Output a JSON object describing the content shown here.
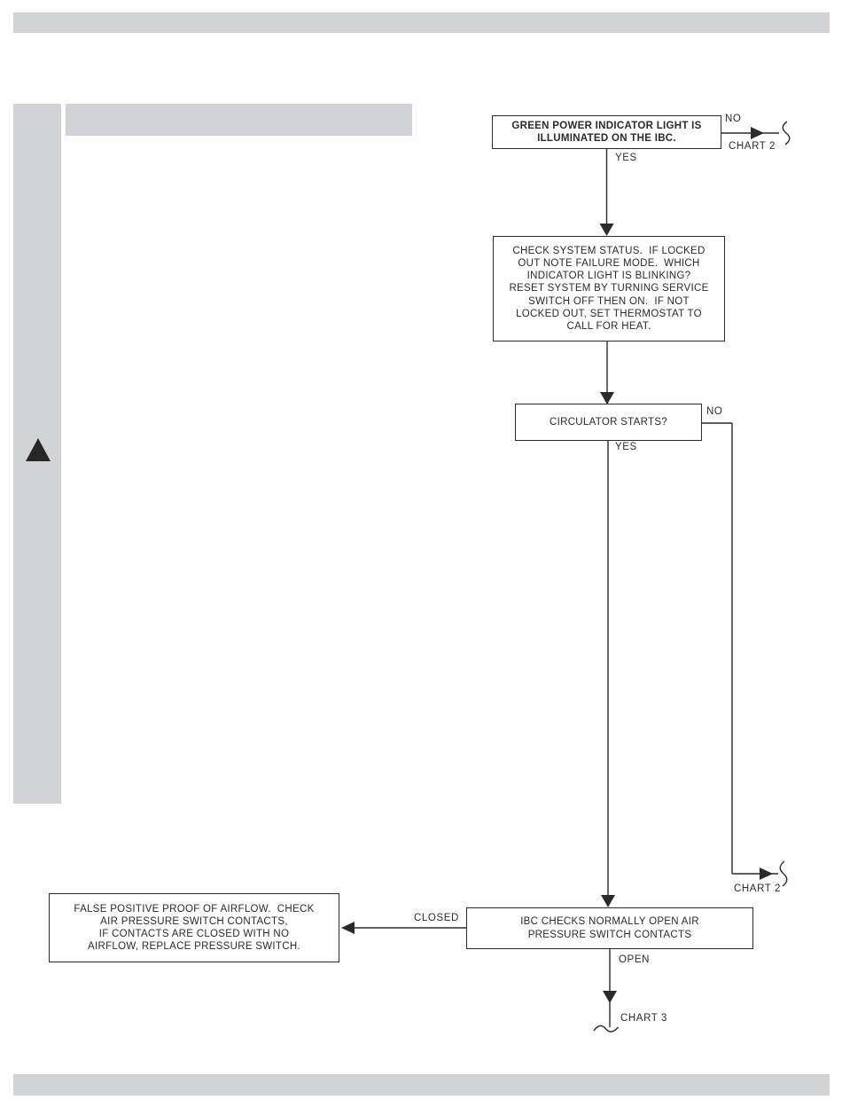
{
  "page": {
    "background": "#ffffff",
    "bar_color": "#d1d3d4",
    "ink_color": "#2b2b2b"
  },
  "decor": {
    "sidebar_marker_icon": "black-up-triangle"
  },
  "flowchart": {
    "nodes": {
      "power_light": {
        "text": "GREEN POWER INDICATOR LIGHT IS\nILLUMINATED ON THE IBC."
      },
      "check_status": {
        "text": "CHECK SYSTEM STATUS.  IF LOCKED\nOUT NOTE FAILURE MODE.  WHICH\nINDICATOR LIGHT IS BLINKING?\nRESET SYSTEM BY TURNING SERVICE\nSWITCH OFF THEN ON.  IF NOT\nLOCKED OUT, SET THERMOSTAT TO\nCALL FOR HEAT."
      },
      "circulator": {
        "text": "CIRCULATOR STARTS?"
      },
      "false_positive": {
        "text": "FALSE POSITIVE PROOF OF AIRFLOW.  CHECK\nAIR PRESSURE SWITCH CONTACTS,\nIF CONTACTS ARE CLOSED WITH NO\nAIRFLOW, REPLACE PRESSURE SWITCH."
      },
      "ibc_checks": {
        "text": "IBC CHECKS NORMALLY OPEN AIR\nPRESSURE SWITCH CONTACTS"
      }
    },
    "labels": {
      "no_power": "NO",
      "chart2_top": "CHART 2",
      "yes_power": "YES",
      "no_circulator": "NO",
      "yes_circulator": "YES",
      "chart2_bottom": "CHART 2",
      "closed": "CLOSED",
      "open": "OPEN",
      "chart3": "CHART 3"
    }
  }
}
